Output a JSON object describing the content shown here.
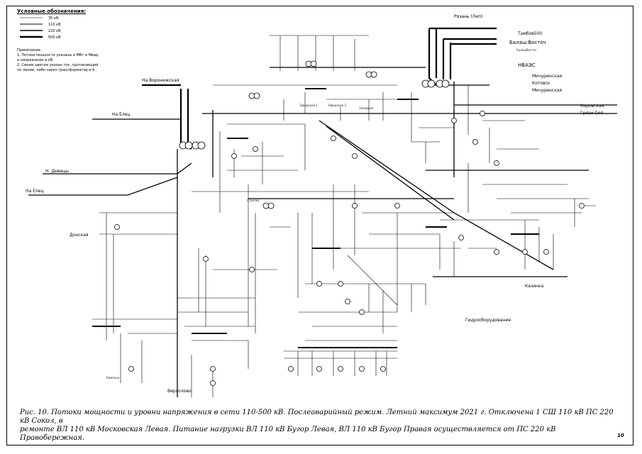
{
  "legend": {
    "title": "Условные обозначения:",
    "items": [
      {
        "label": "35 кВ",
        "color": "#000000"
      },
      {
        "label": "110 кВ",
        "color": "#000000"
      },
      {
        "label": "220 кВ",
        "color": "#000000"
      },
      {
        "label": "500 кВ",
        "color": "#000000"
      }
    ]
  },
  "notes": [
    "Примечание:",
    "1. Потоки мощности указаны в МВт и Мвар,",
    "а напряжение в кВ.",
    "2. Синим цветом указан ток, протекающий",
    "по линии, либо через трансформатор в А"
  ],
  "directions": {
    "ryazan": "Рязань (Лип)",
    "tambov": "Тамбов500",
    "balash": "Балаш.Восточ",
    "balash_small": "БалашВосточ",
    "nvaes": "НВАЭС",
    "michurinsk_1": "Мичуринская",
    "kotovsk": "Котовск",
    "michurinsk_2": "Мичуринская",
    "kirovskaya": "Кировская",
    "gryazi": "Грязи Ооп",
    "voronezhskaya": "На Воронежская",
    "elets_1": "На Елец",
    "devitsa": "Н. Девицы",
    "elets_2": "На Елец",
    "donskaya": "Донская",
    "kazinka": "Казинка",
    "gidro": "Гидрооборудование",
    "verkhovye": "Верхолово"
  },
  "substations": {
    "zavodskaya_1": "Заводская 1",
    "zavodskaya_2": "Заводская 2",
    "zapadnaya": "Западная",
    "strelka": "Стрелка",
    "kamenka": "Каменка"
  },
  "caption": {
    "line1": "Рис. 10. Потоки мощности и уровни напряжения в сети 110-500 кВ. Послеаварийный режим. Летний максимум  2021  г. Отключена 1 СШ 110 кВ ПС 220 кВ Сокол, в",
    "line2": "ремонте ВЛ 110 кВ Московская Левая. Питание нагрузки ВЛ 110 кВ Бугор Левая, ВЛ 110 кВ Бугор Правая осуществляется от ПС 220 кВ Правобережная."
  },
  "page_number": "10"
}
